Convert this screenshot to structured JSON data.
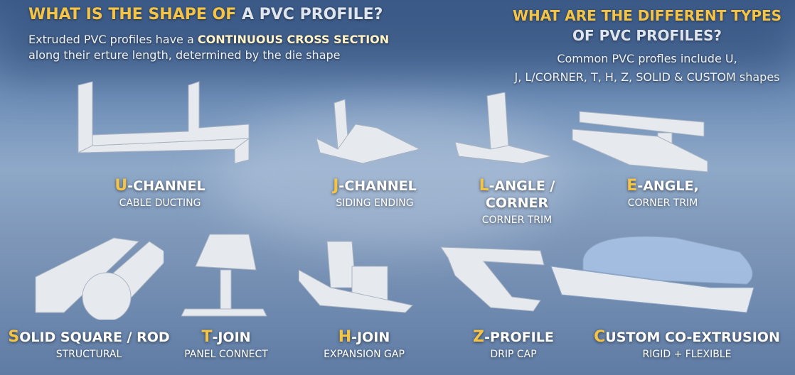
{
  "left": {
    "title_yellow": "WHAT IS THE SHAPE OF",
    "title_grey": "A PVC PROFILE?",
    "text_1": "Extruded PVC profiles have a",
    "text_highlight": "CONTINUOUS CROSS SECTION",
    "text_2": "along their erture length, determined by the die shape"
  },
  "right": {
    "title_yellow": "WHAT ARE THE DIFFERENT TYPES",
    "title_grey": "OF PVC PROFILES?",
    "text_1": "Common PVC profles include U,",
    "text_2": "J, L/CORNER, T, H, Z, SOLID & CUSTOM shapes"
  },
  "colors": {
    "accent": "#f5c445",
    "profile": "#e6eaef",
    "background": "#6f8fb8"
  },
  "profiles": [
    {
      "letter": "U",
      "rest": "-CHANNEL",
      "sub": "CABLE DUCTING"
    },
    {
      "letter": "J",
      "rest": "-CHANNEL",
      "sub": "SIDING ENDING"
    },
    {
      "letter": "L",
      "rest": "-ANGLE / CORNER",
      "sub": "CORNER TRIM"
    },
    {
      "letter": "E",
      "rest": "-ANGLE,",
      "sub": "CORNER TRIM"
    },
    {
      "letter": "S",
      "rest": "OLID SQUARE / ROD",
      "sub": "STRUCTURAL"
    },
    {
      "letter": "T",
      "rest": "-JOIN",
      "sub": "PANEL CONNECT"
    },
    {
      "letter": "H",
      "rest": "-JOIN",
      "sub": "EXPANSION GAP"
    },
    {
      "letter": "Z",
      "rest": "-PROFILE",
      "sub": "DRIP CAP"
    },
    {
      "letter": "C",
      "rest": "USTOM CO-EXTRUSION",
      "sub": "RIGID + FLEXIBLE"
    }
  ]
}
